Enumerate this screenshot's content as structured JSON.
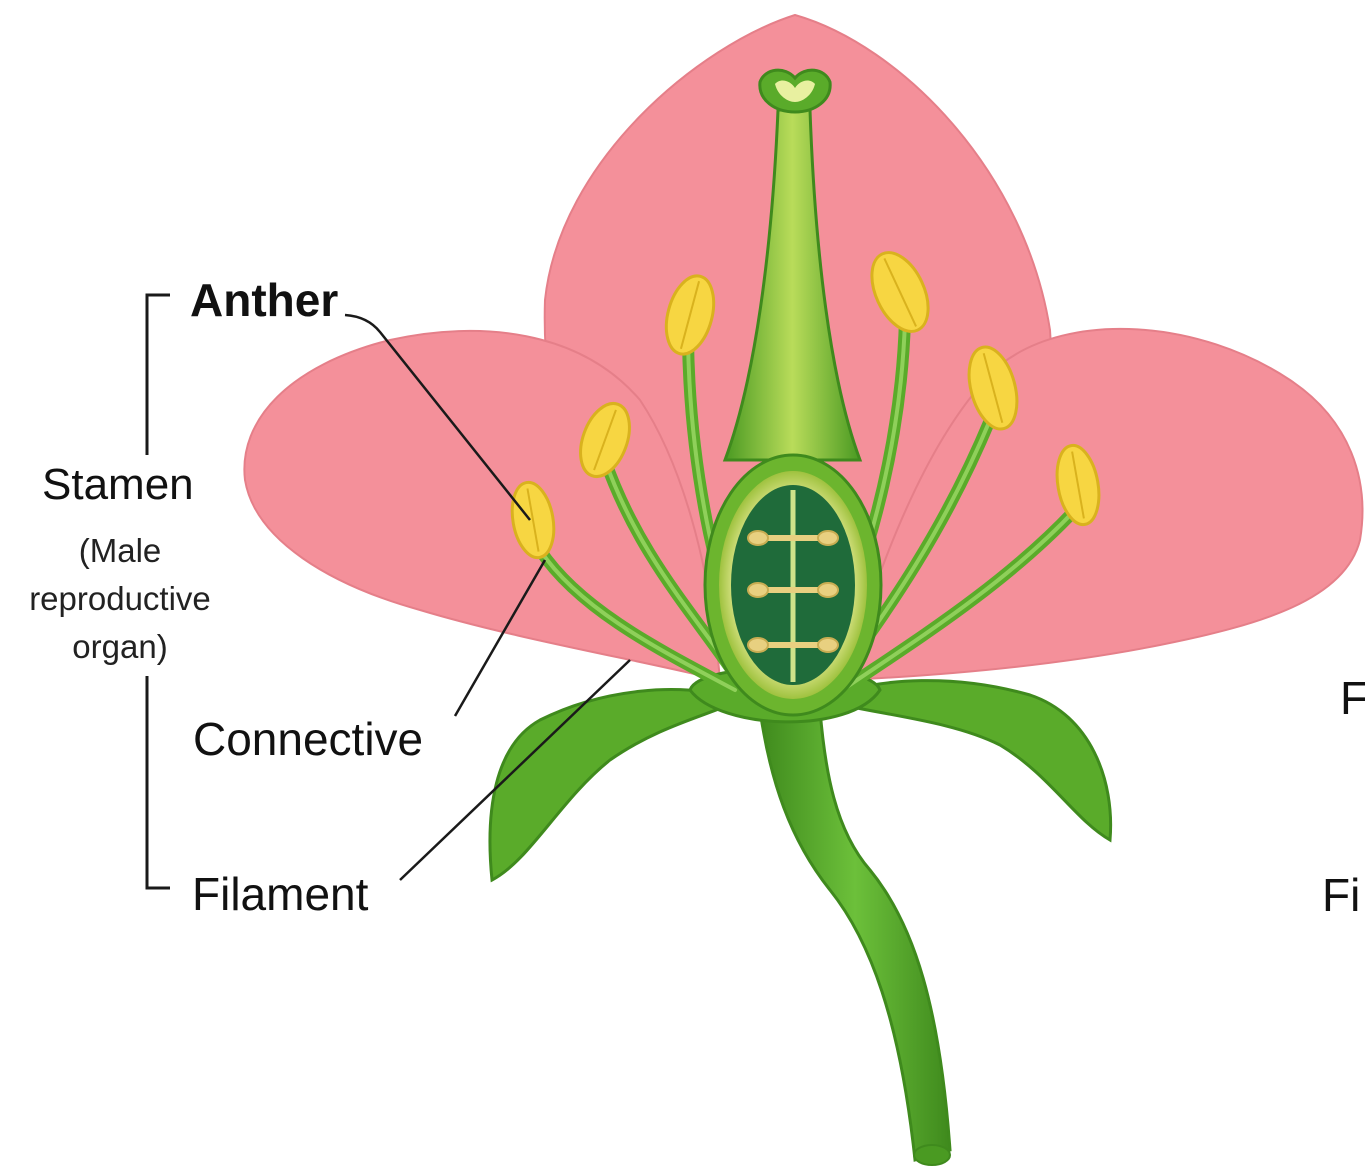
{
  "labels": {
    "anther": "Anther",
    "stamen": "Stamen",
    "stamen_note": "(Male reproductive organ)",
    "connective": "Connective",
    "filament": "Filament",
    "clipped_right_1": "F",
    "clipped_right_2": "Fi"
  },
  "colors": {
    "petal": "#f4909a",
    "petal_edge": "#e57f89",
    "anther": "#f7d642",
    "anther_edge": "#d9b21e",
    "stem": "#5aab2a",
    "stem_dark": "#3f8a1d",
    "ovary_inner": "#1f6b3a",
    "ovule": "#e8d080",
    "line": "#1a1a1a"
  }
}
